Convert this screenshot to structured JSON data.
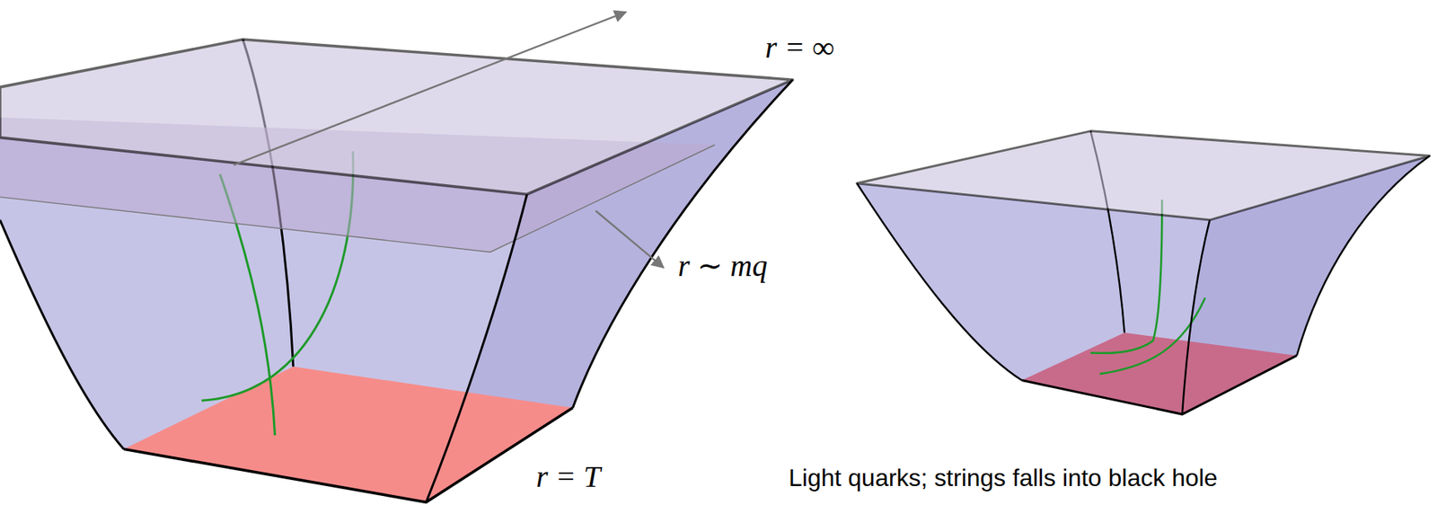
{
  "diagram": {
    "labels": [
      "r = ∞",
      "r ∼ mq",
      "r = T",
      "Light quarks; strings falls into black hole"
    ]
  }
}
